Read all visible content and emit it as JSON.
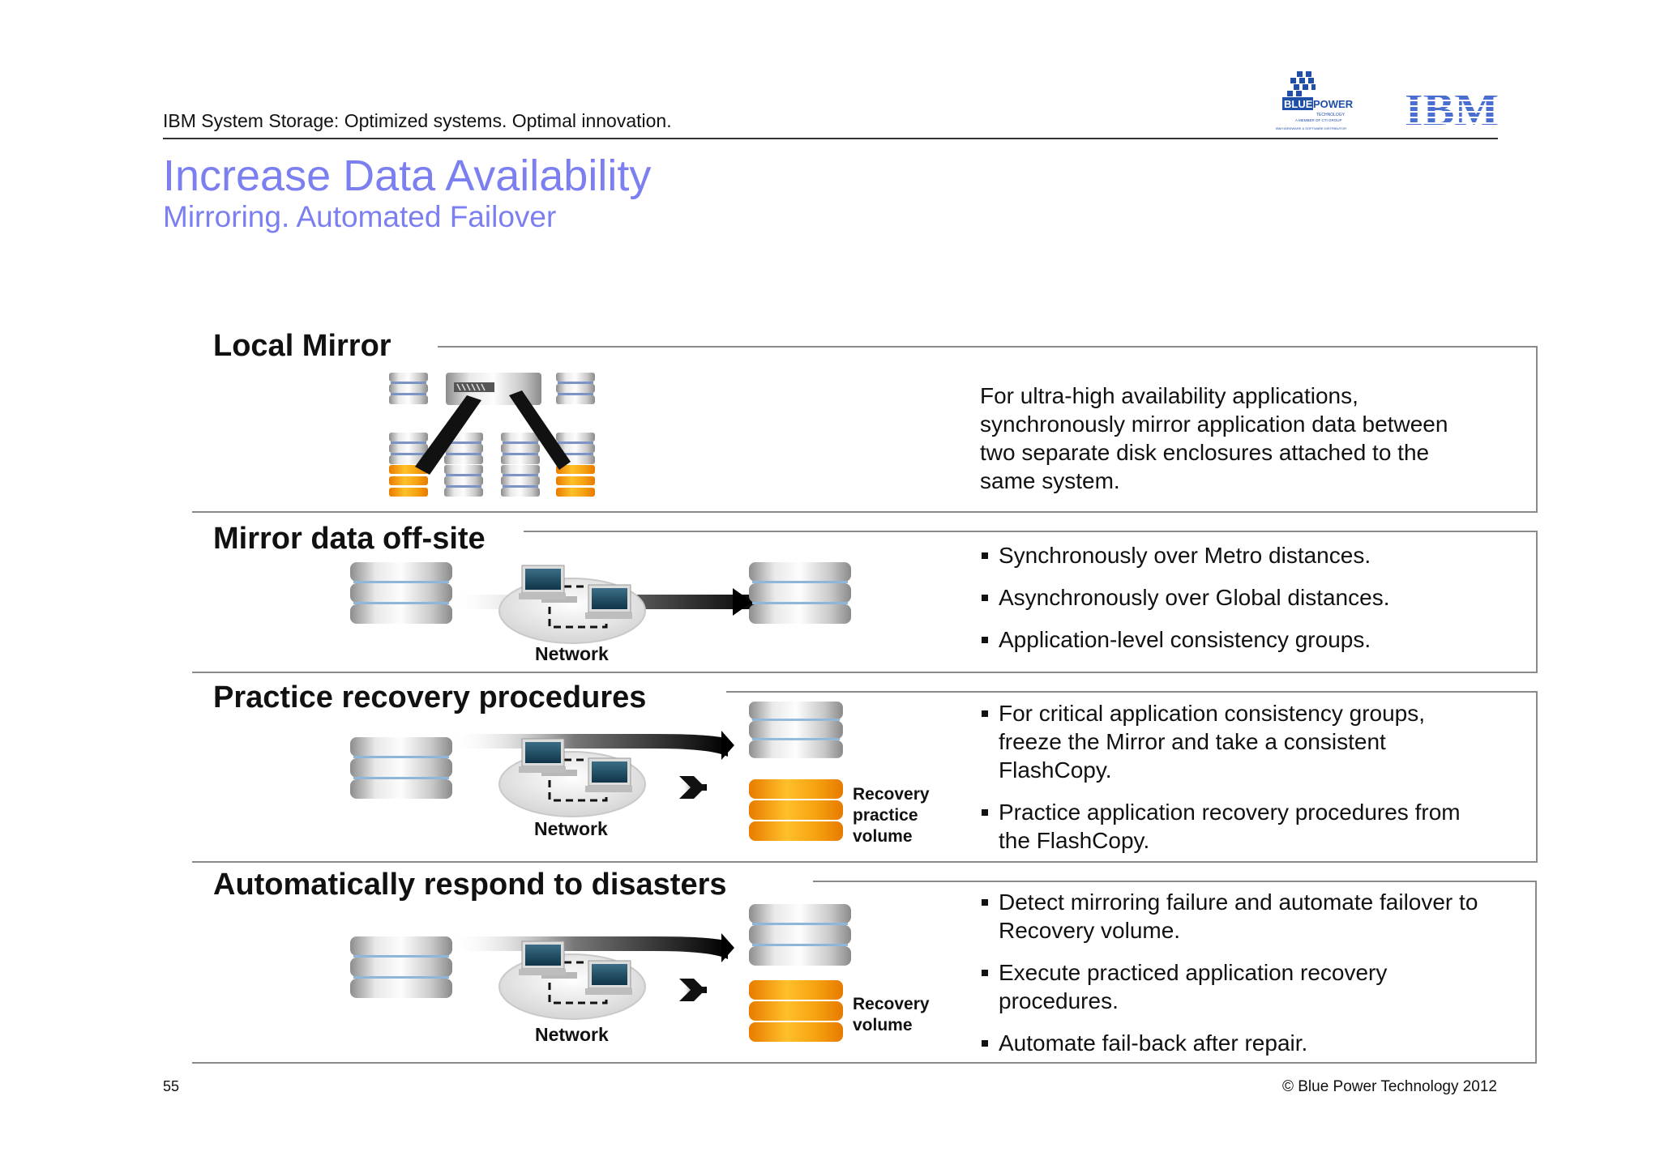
{
  "header": {
    "tagline": "IBM System Storage: Optimized systems. Optimal innovation.",
    "bluepower_logo": "BLUEPOWER",
    "ibm_logo": "IBM"
  },
  "title": "Increase Data Availability",
  "subtitle": "Mirroring. Automated Failover",
  "sections": [
    {
      "title": "Local Mirror",
      "description": "For ultra-high availability applications, synchronously mirror application data between two separate disk enclosures attached to the same system."
    },
    {
      "title": "Mirror data off-site",
      "network_label": "Network",
      "bullets": [
        "Synchronously over Metro distances.",
        "Asynchronously over Global distances.",
        "Application-level consistency groups."
      ]
    },
    {
      "title": "Practice recovery procedures",
      "network_label": "Network",
      "volume_label": "Recovery practice volume",
      "bullets": [
        "For critical application consistency groups, freeze the Mirror and take a consistent FlashCopy.",
        "Practice application recovery procedures from the FlashCopy."
      ]
    },
    {
      "title": "Automatically respond to disasters",
      "network_label": "Network",
      "volume_label": "Recovery volume",
      "bullets": [
        "Detect mirroring failure and automate failover to Recovery volume.",
        "Execute practiced application recovery procedures.",
        "Automate fail-back after repair."
      ]
    }
  ],
  "footer": {
    "page_number": "55",
    "copyright": "© Blue Power Technology 2012"
  },
  "icons": [
    "storage-stack-icon",
    "storage-controller-icon",
    "network-computers-icon",
    "arrow-icon",
    "recovery-volume-icon"
  ],
  "colors": {
    "title": "#7c7ff0",
    "rule": "#333333",
    "frame": "#8a8a8a",
    "volume_orange": "#f59a0c",
    "disk_blue": "#6f86b8"
  }
}
